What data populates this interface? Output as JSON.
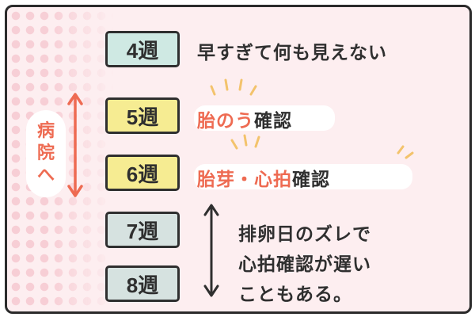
{
  "weeks": [
    {
      "label": "4週",
      "style": "teal"
    },
    {
      "label": "5週",
      "style": "yellow"
    },
    {
      "label": "6週",
      "style": "yellow"
    },
    {
      "label": "7週",
      "style": "gray"
    },
    {
      "label": "8週",
      "style": "gray"
    }
  ],
  "row4": {
    "text": "早すぎて何も見えない"
  },
  "row5": {
    "accent": "胎のう",
    "text": "確認"
  },
  "row6": {
    "accent": "胎芽・心拍",
    "text": "確認"
  },
  "hospital": {
    "line1": "病",
    "line2": "院",
    "line3": "へ"
  },
  "note": {
    "line1": "排卵日のズレで",
    "line2": "心拍確認が遅い",
    "line3": "こともある。"
  },
  "colors": {
    "accent": "#ee6b52",
    "teal": "#cfe9e3",
    "yellow": "#f6ec92",
    "background": "#fdeef0",
    "sparkle": "#f3c36c"
  }
}
